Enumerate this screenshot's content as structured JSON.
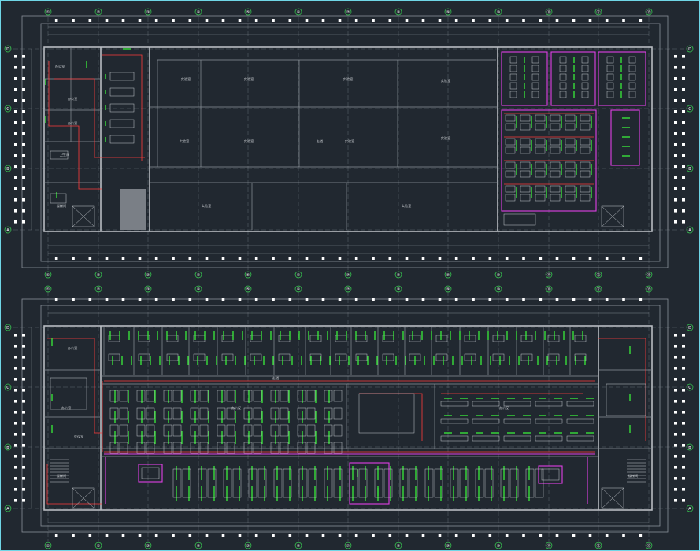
{
  "drawing": {
    "background": "#212830",
    "colors": {
      "wall": "#b8bcc2",
      "grid": "#7d848c",
      "axis_bubble": "#39d353",
      "lighting": "#3cff3c",
      "wiring": "#ff3b3b",
      "zone": "#e040e6"
    }
  },
  "axes": {
    "columns": [
      "①",
      "②",
      "③",
      "④",
      "⑤",
      "⑥",
      "⑦",
      "⑧",
      "⑨",
      "⑩",
      "⑪",
      "⑫",
      "⑬"
    ],
    "rows": [
      "D",
      "C",
      "B",
      "A"
    ]
  },
  "plans": [
    {
      "id": "upper-floor-plan",
      "rooms": [
        {
          "label": "实验室"
        },
        {
          "label": "实验室"
        },
        {
          "label": "实验室"
        },
        {
          "label": "实验室"
        },
        {
          "label": "实验室"
        },
        {
          "label": "实验室"
        },
        {
          "label": "走道"
        },
        {
          "label": "实验室"
        },
        {
          "label": "实验室"
        },
        {
          "label": "实验室"
        },
        {
          "label": "实验室"
        },
        {
          "label": "办公室"
        },
        {
          "label": "办公室"
        },
        {
          "label": "办公室"
        },
        {
          "label": "卫生间"
        },
        {
          "label": "楼梯间"
        }
      ]
    },
    {
      "id": "lower-floor-plan",
      "rooms": [
        {
          "label": "办公室"
        },
        {
          "label": "办公室"
        },
        {
          "label": "会议室"
        },
        {
          "label": "走道"
        },
        {
          "label": "办公区"
        },
        {
          "label": "办公区"
        },
        {
          "label": "楼梯间"
        },
        {
          "label": "楼梯间"
        }
      ]
    }
  ]
}
